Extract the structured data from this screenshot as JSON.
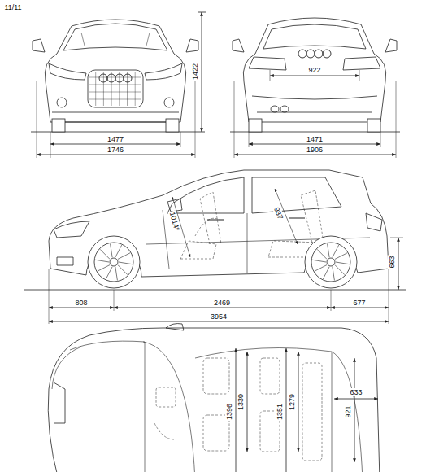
{
  "diagram": {
    "labels": [
      "11/11",
      "1422",
      "1477",
      "1746",
      "922",
      "1471",
      "1906",
      "1014*",
      "937",
      "663",
      "808",
      "2469",
      "677",
      "3954",
      "1396",
      "1330",
      "1351",
      "1279",
      "921",
      "633"
    ]
  }
}
